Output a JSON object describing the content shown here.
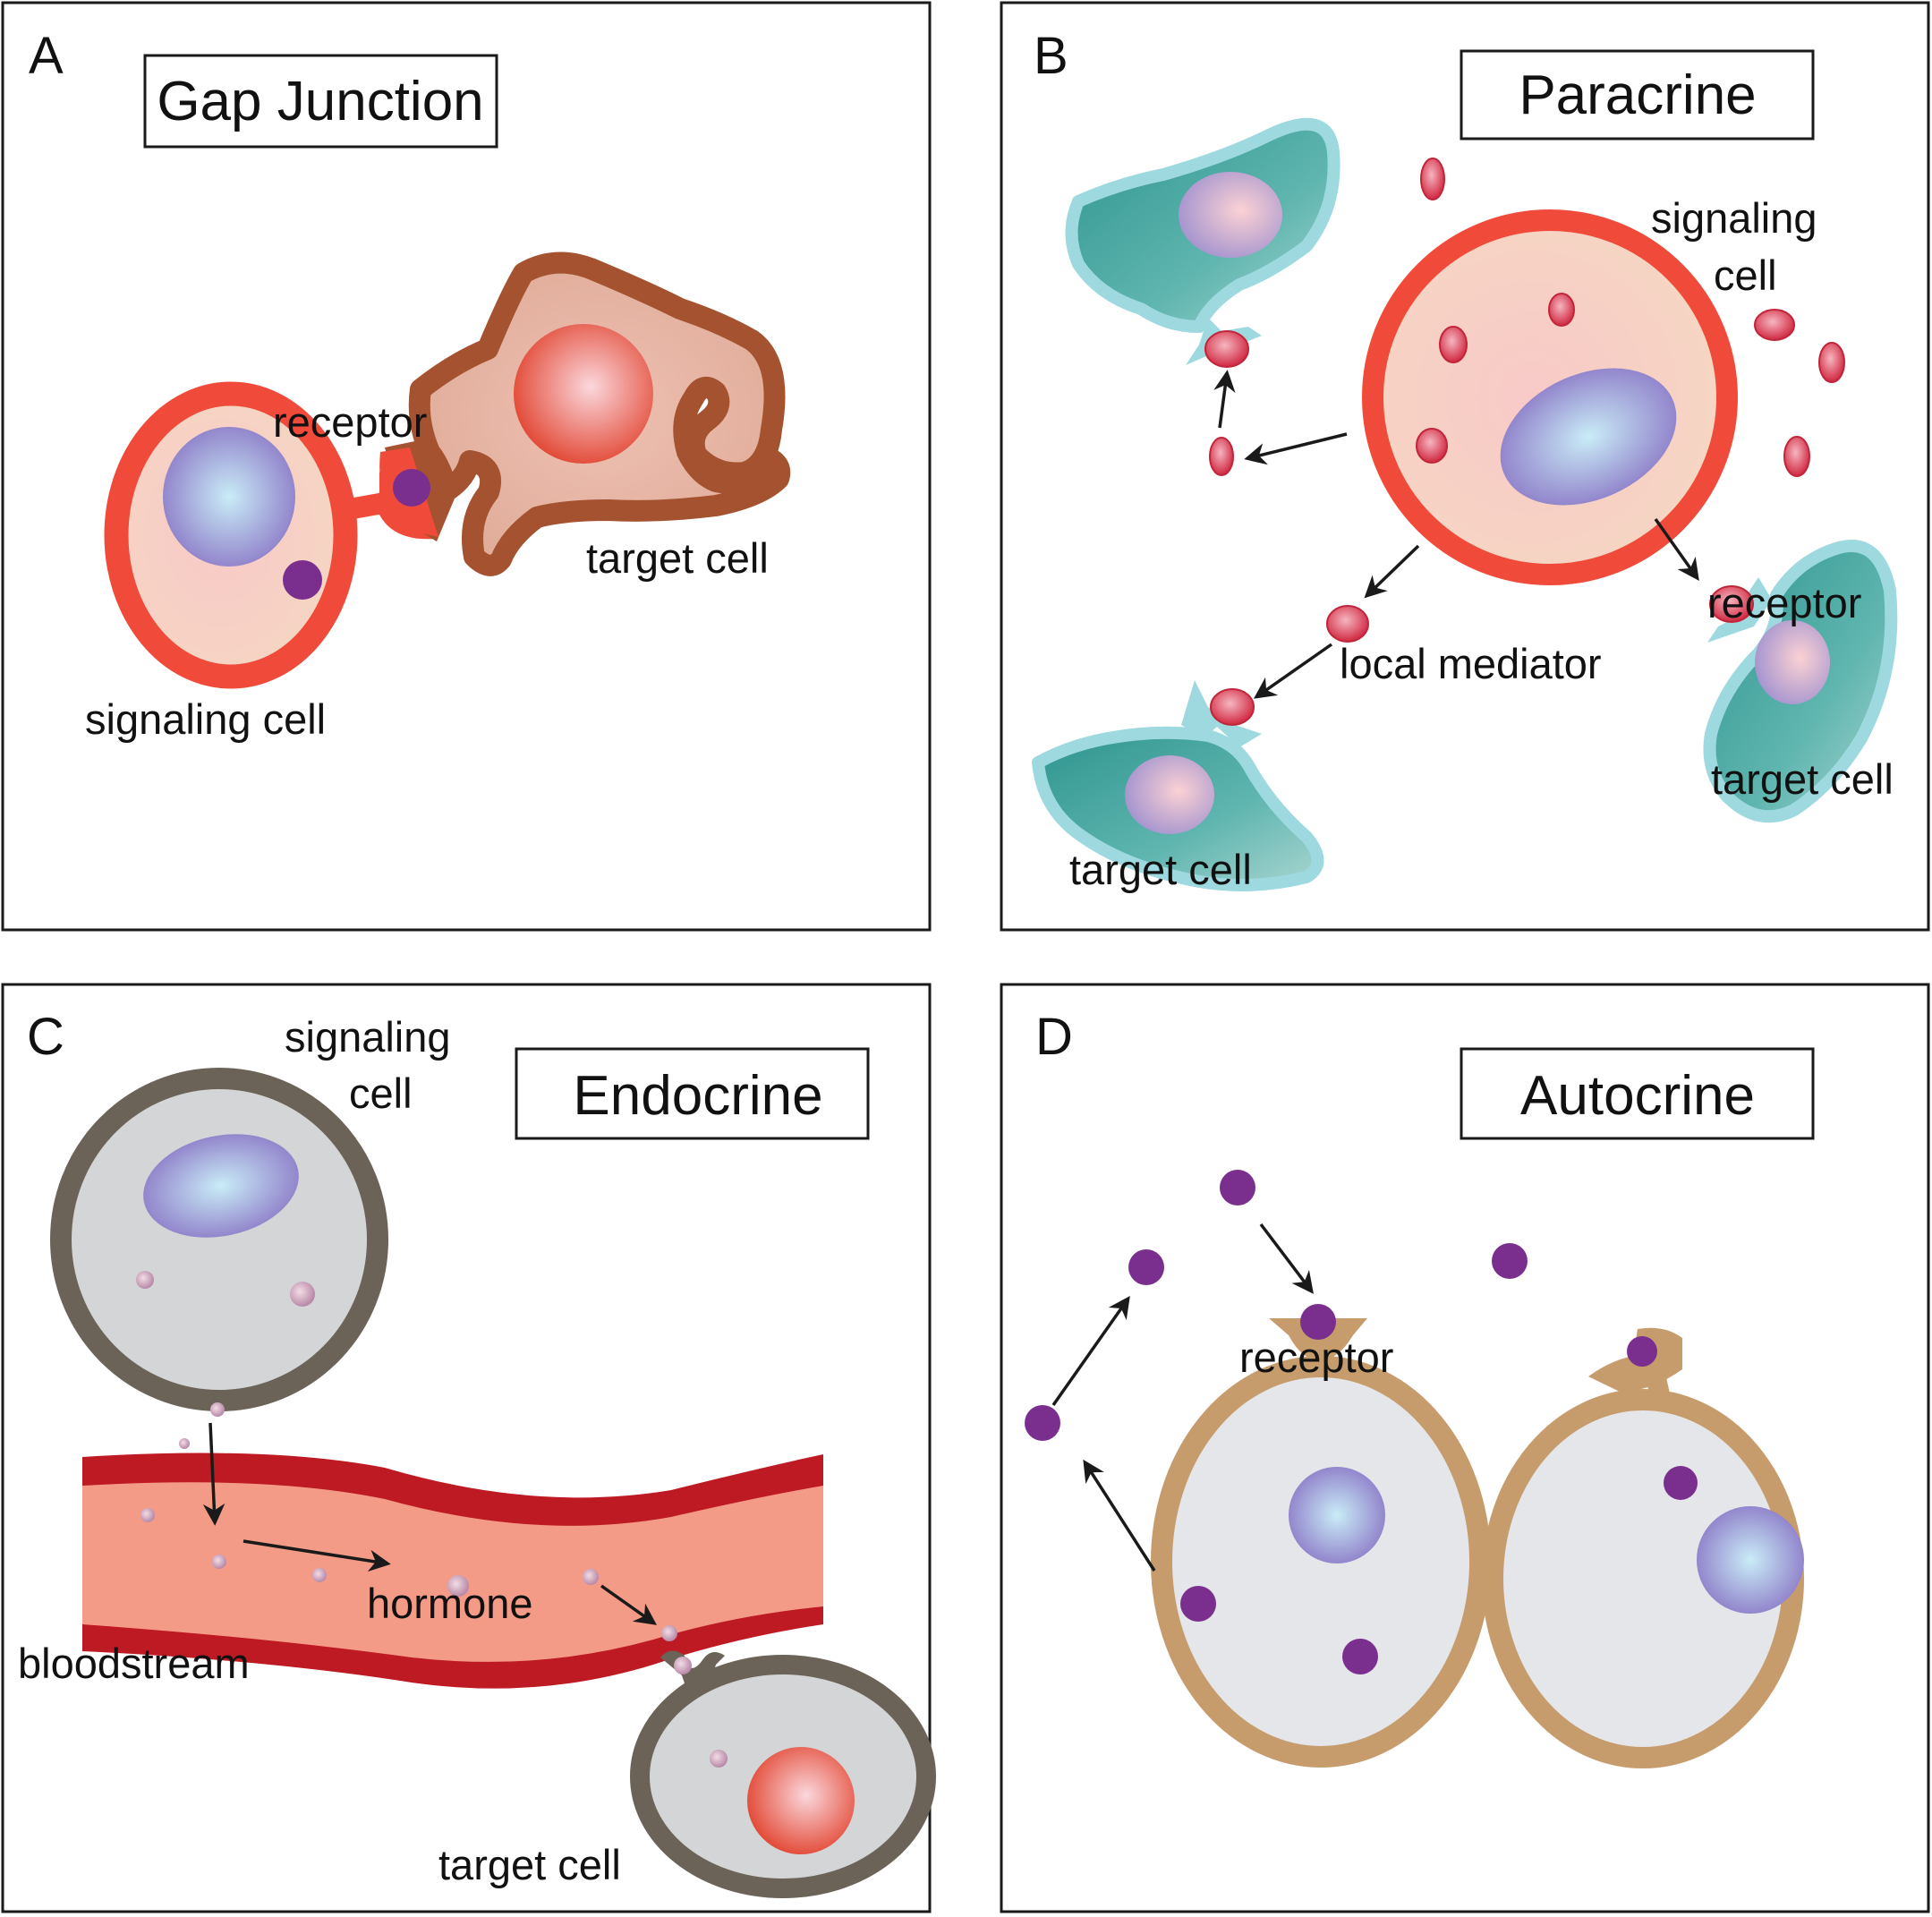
{
  "panels": {
    "a": {
      "letter": "A",
      "title": "Gap Junction",
      "labels": {
        "receptor": "receptor",
        "signaling_cell": "signaling cell",
        "target_cell": "target cell"
      }
    },
    "b": {
      "letter": "B",
      "title": "Paracrine",
      "labels": {
        "signaling_cell_1": "signaling",
        "signaling_cell_2": "cell",
        "receptor": "receptor",
        "local_mediator": "local mediator",
        "target_cell_right": "target cell",
        "target_cell_bottom": "target cell"
      }
    },
    "c": {
      "letter": "C",
      "title": "Endocrine",
      "labels": {
        "signaling_cell_1": "signaling",
        "signaling_cell_2": "cell",
        "hormone": "hormone",
        "bloodstream": "bloodstream",
        "target_cell": "target cell"
      }
    },
    "d": {
      "letter": "D",
      "title": "Autocrine",
      "labels": {
        "receptor": "receptor"
      }
    }
  },
  "colors": {
    "signal_red": "#ef4a3a",
    "peach_cytoplasm": "#f8d3c1",
    "nucleus_purple": "#8d7cc8",
    "target_brown": "#a4522f",
    "target_cyan_border": "#9fd9e0",
    "target_teal": "#2f9a93",
    "mediator_red": "#d62f4a",
    "endocrine_gray_border": "#6b6357",
    "gray_cytoplasm": "#d4d5d7",
    "blood_dark_red": "#be1a24",
    "blood_light": "#f49b88",
    "autocrine_tan": "#c69c6d",
    "ligand_purple": "#7a2f8f"
  }
}
